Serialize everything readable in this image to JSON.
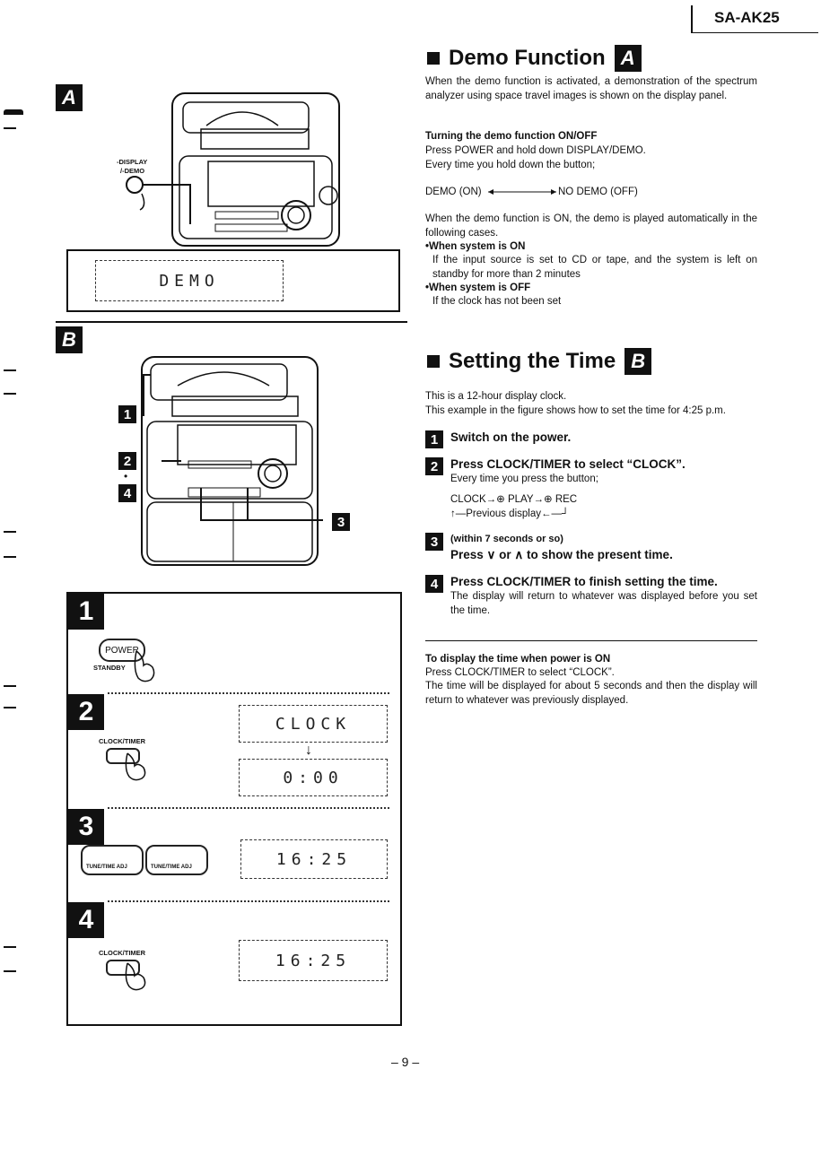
{
  "header": {
    "model": "SA-AK25"
  },
  "figure_a": {
    "badge": "A",
    "button_label_1": "-DISPLAY",
    "button_label_2": "/-DEMO",
    "display_text": "DEMO"
  },
  "figure_b": {
    "badge": "B",
    "callout_1": "1",
    "callout_2": "2",
    "callout_dot": "•",
    "callout_4": "4",
    "callout_3": "3",
    "step1": {
      "num": "1",
      "button": "POWER",
      "sub": "STANDBY"
    },
    "step2": {
      "num": "2",
      "button": "CLOCK/TIMER",
      "display1": "CLOCK",
      "arrow": "↓",
      "display2": "0:00"
    },
    "step3": {
      "num": "3",
      "btn_left": "TUNE/TIME ADJ",
      "btn_right": "TUNE/TIME ADJ",
      "display": "16:25"
    },
    "step4": {
      "num": "4",
      "button": "CLOCK/TIMER",
      "display": "16:25"
    }
  },
  "demo": {
    "title": "Demo Function",
    "badge": "A",
    "intro": "When the demo function is activated, a demonstration of the spectrum analyzer using space travel images is shown on the display panel.",
    "toggle_heading": "Turning the demo function ON/OFF",
    "toggle_line1": "Press POWER and hold down DISPLAY/DEMO.",
    "toggle_line2": "Every time you hold down the button;",
    "cycle_on": "DEMO (ON)",
    "cycle_off": "NO DEMO (OFF)",
    "auto_text": "When the demo function is ON, the demo is played automatically in the following cases.",
    "case1_head": "•When system is ON",
    "case1_text": "If the input source is set to CD or tape, and the system is left on standby for more than 2 minutes",
    "case2_head": "•When system is OFF",
    "case2_text": "If the clock has not been set"
  },
  "time": {
    "title": "Setting the Time",
    "badge": "B",
    "intro1": "This is a 12-hour display clock.",
    "intro2": "This example in the figure shows how to set the time for 4:25 p.m.",
    "steps": [
      {
        "num": "1",
        "title": "Switch on the power."
      },
      {
        "num": "2",
        "title": "Press CLOCK/TIMER to select “CLOCK”.",
        "sub": "Every time you press the button;"
      },
      {
        "num": "3",
        "pre": "(within 7 seconds or so)",
        "title": "Press ∨ or ∧ to show the present time."
      },
      {
        "num": "4",
        "title": "Press CLOCK/TIMER to finish setting the time.",
        "sub": "The display will return to whatever was displayed before you set the time."
      }
    ],
    "cycle_line": "CLOCK→⊕ PLAY→⊕ REC",
    "cycle_back": "Previous display",
    "note_heading": "To display the time when power is ON",
    "note_line1": "Press CLOCK/TIMER to select “CLOCK”.",
    "note_line2": "The time will be displayed for about 5 seconds and then the display will return to whatever was previously displayed."
  },
  "footer": {
    "page": "– 9 –"
  }
}
